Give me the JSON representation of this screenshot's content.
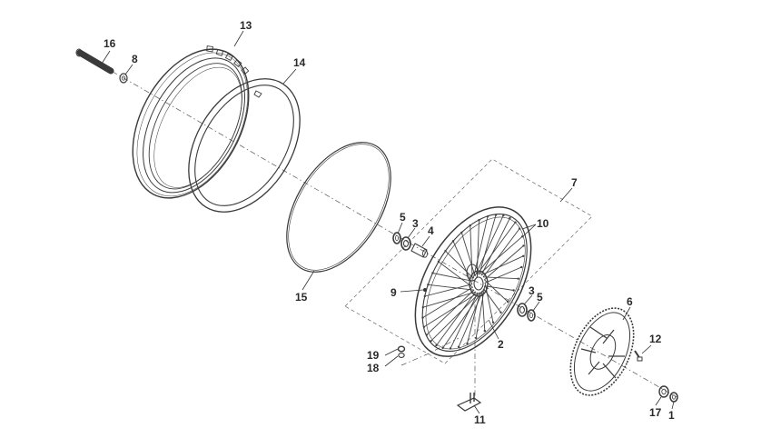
{
  "callouts": [
    {
      "id": "c1",
      "text": "1"
    },
    {
      "id": "c2",
      "text": "2"
    },
    {
      "id": "c3a",
      "text": "3"
    },
    {
      "id": "c3b",
      "text": "3"
    },
    {
      "id": "c4",
      "text": "4"
    },
    {
      "id": "c5a",
      "text": "5"
    },
    {
      "id": "c5b",
      "text": "5"
    },
    {
      "id": "c6",
      "text": "6"
    },
    {
      "id": "c7",
      "text": "7"
    },
    {
      "id": "c8",
      "text": "8"
    },
    {
      "id": "c9",
      "text": "9"
    },
    {
      "id": "c10",
      "text": "10"
    },
    {
      "id": "c11",
      "text": "11"
    },
    {
      "id": "c12",
      "text": "12"
    },
    {
      "id": "c13",
      "text": "13"
    },
    {
      "id": "c14",
      "text": "14"
    },
    {
      "id": "c15",
      "text": "15"
    },
    {
      "id": "c16",
      "text": "16"
    },
    {
      "id": "c17",
      "text": "17"
    },
    {
      "id": "c18",
      "text": "18"
    },
    {
      "id": "c19",
      "text": "19"
    }
  ],
  "colors": {
    "line": "#3a3a3a",
    "text": "#2a2a2a",
    "background": "#ffffff"
  }
}
